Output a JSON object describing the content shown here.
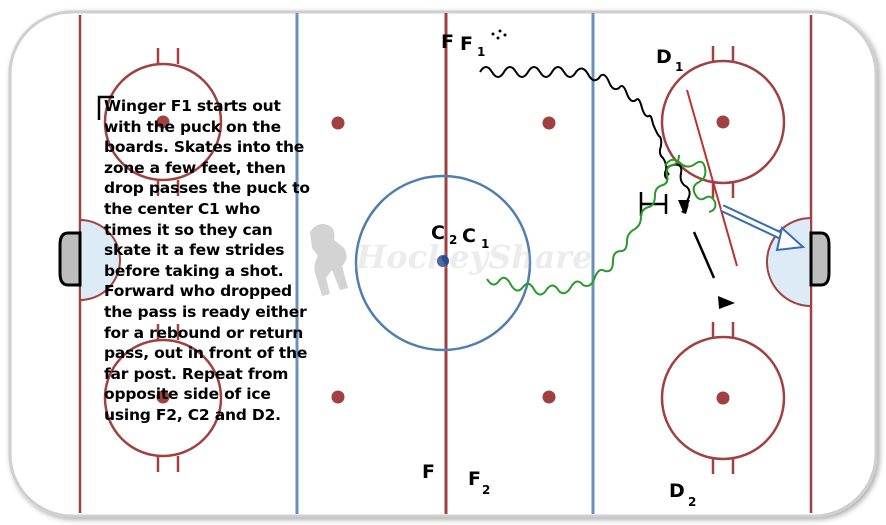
{
  "drill": {
    "description": "Winger F1 starts out\nwith the puck on the\nboards.  Skates into the\nzone a few feet, then\ndrop passes the puck to\nthe center C1 who\ntimes it so they can\nskate it a few strides\nbefore taking a shot.\nForward who dropped\nthe pass is ready either\nfor a rebound or return\npass, out in front of the\nfar post.  Repeat from\nopposite side of ice\nusing F2, C2 and D2."
  },
  "labels": {
    "f_top": "F",
    "f1": "F",
    "f1_sub": "1",
    "d1": "D",
    "d1_sub": "1",
    "c2": "C",
    "c2_sub": "2",
    "c1": "C",
    "c1_sub": "1",
    "f_bottom": "F",
    "f2": "F",
    "f2_sub": "2",
    "d2": "D",
    "d2_sub": "2"
  },
  "watermark": "HockeyShare",
  "colors": {
    "board_border": "#cfcfcf",
    "red_line": "#a04040",
    "blue_line": "#6a8fb8",
    "faceoff_circle": "#a04040",
    "center_circle": "#4f7fb0",
    "crease_fill": "#dcebf5",
    "skate_path": "#000000",
    "puck_path": "#2a9a2a",
    "shot_arrow": "#3a6db0"
  }
}
